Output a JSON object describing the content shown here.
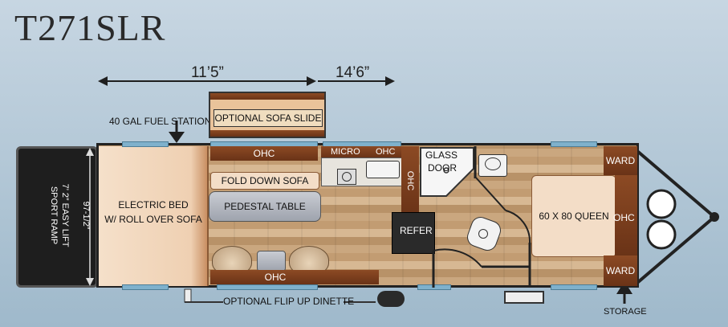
{
  "title": "T271SLR",
  "dimensions": {
    "front": "11’5”",
    "rear": "14’6”"
  },
  "labels": {
    "fuel_station": "40 GAL FUEL STATION",
    "sofa_slide": "OPTIONAL SOFA SLIDE",
    "ohc_top": "OHC",
    "micro": "MICRO",
    "ohc_kitchen": "OHC",
    "glass_door_1": "GLASS",
    "glass_door_2": "DOOR",
    "fold_down_sofa": "FOLD DOWN SOFA",
    "pedestal_table": "PEDESTAL TABLE",
    "electric_bed_1": "ELECTRIC  BED",
    "electric_bed_2": "W/ ROLL OVER SOFA",
    "ramp_1": "7’ 2” EASY LIFT",
    "ramp_2": "SPORT RAMP",
    "ramp_width": "97-1/2”",
    "ohc_vertical": "OHC",
    "refer": "REFER",
    "queen": "60 X 80 QUEEN",
    "ohc_bed": "OHC",
    "ward_top": "WARD",
    "ward_bottom": "WARD",
    "ohc_bottom": "OHC",
    "flip_dinette": "OPTIONAL FLIP UP DINETTE",
    "storage": "STORAGE"
  },
  "colors": {
    "wall": "#222222",
    "cabinet": "#7a3c1c",
    "window": "#7fb1cc",
    "ramp": "#1e1e1e",
    "bed": "#f3ddc7"
  }
}
